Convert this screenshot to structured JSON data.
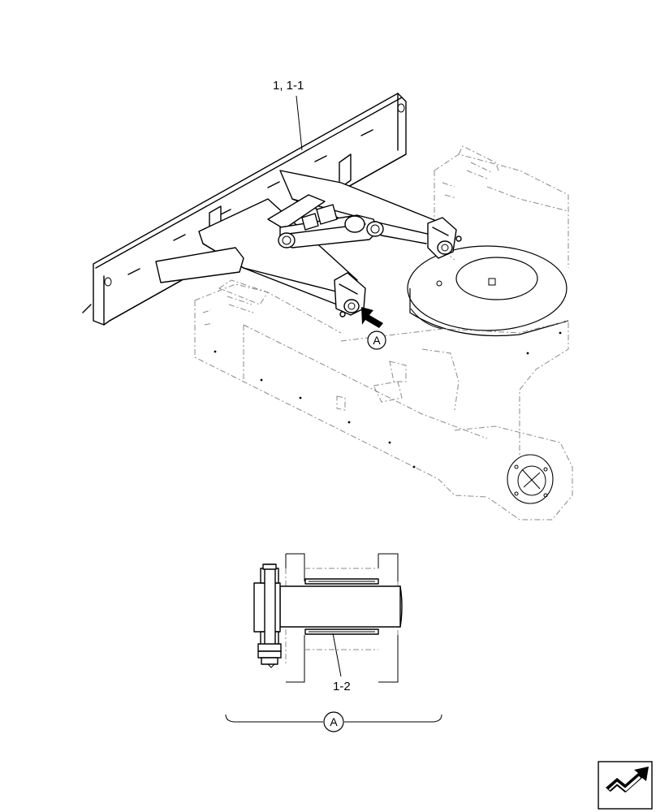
{
  "labels": {
    "blade_ref": "1, 1-1",
    "pin_ref": "1-2",
    "detail_callout": "A",
    "detail_title": "A"
  },
  "icons": {
    "corner": "next-page-arrow-icon"
  }
}
